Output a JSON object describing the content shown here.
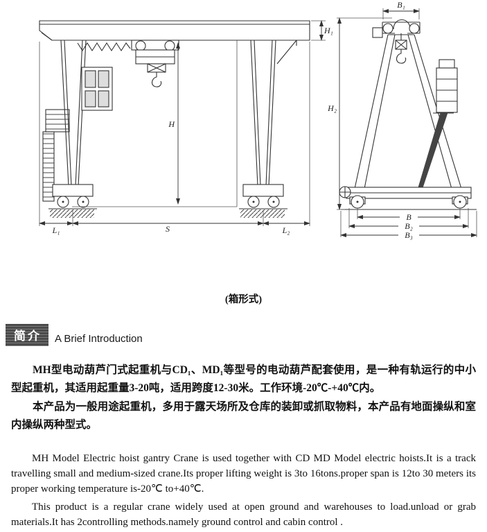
{
  "drawings": {
    "caption": "(箱形式)",
    "front_view": {
      "dim_h1": "H₁",
      "dim_h": "H",
      "dim_l1": "L₁",
      "dim_s": "S",
      "dim_l2": "L₂"
    },
    "side_view": {
      "dim_b1": "B₁",
      "dim_h2": "H₂",
      "dim_b": "B",
      "dim_b2": "B₂",
      "dim_b3": "B₃"
    }
  },
  "section": {
    "badge": "简介",
    "title": "A Brief Introduction"
  },
  "intro_cn": {
    "p1": "MH型电动葫芦门式起重机与CD₁、MD₁等型号的电动葫芦配套使用，是一种有轨运行的中小型起重机，其适用起重量3-20吨，适用跨度12-30米。工作环境-20℃-+40℃内。",
    "p2": "本产品为一般用途起重机，多用于露天场所及仓库的装卸或抓取物料，本产品有地面操纵和室内操纵两种型式。"
  },
  "intro_en": {
    "p1": "MH Model Electric hoist gantry Crane is used together with CD MD Model electric hoists.It is a track travelling small and medium-sized crane.Its proper lifting weight is 3to 16tons.proper span  is 12to 30 meters its proper working temperature is-20℃ to+40℃.",
    "p2": "This product is a regular crane widely used at open ground and warehouses to load.unload or grab materials.It has 2controlling methods.namely ground control and cabin control ."
  }
}
